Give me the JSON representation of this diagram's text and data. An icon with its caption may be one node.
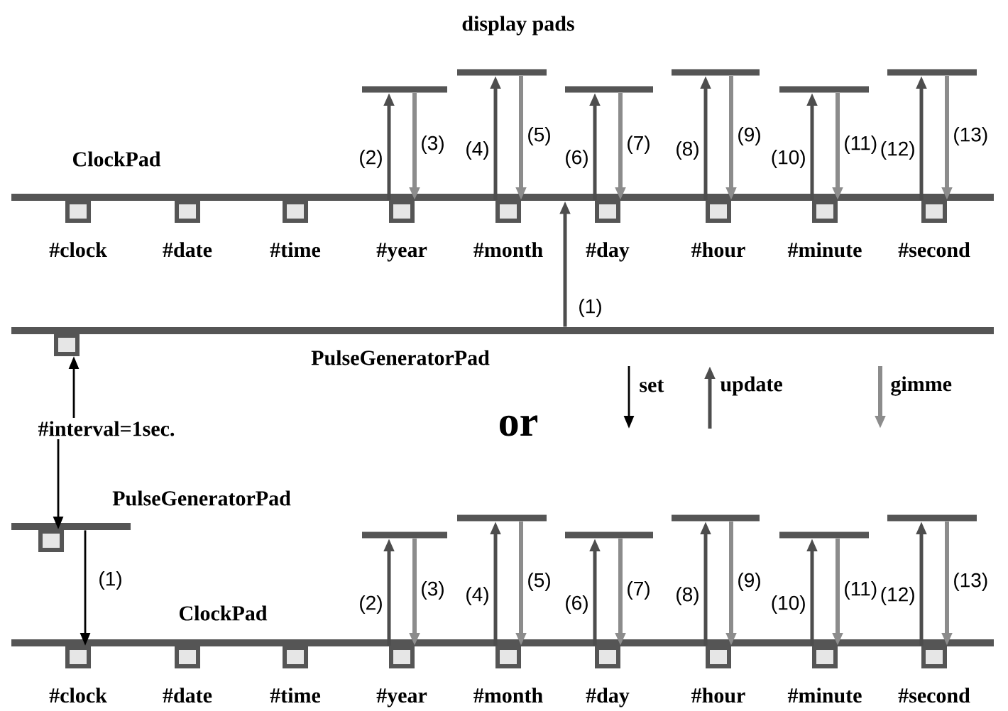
{
  "diagram": {
    "nodes": [
      {
        "text": [
          "ClockPad"
        ]
      },
      {
        "text": [
          "#clock"
        ]
      },
      {
        "text": [
          "#date"
        ]
      },
      {
        "text": [
          "#time"
        ]
      },
      {
        "text": [
          "#year"
        ]
      },
      {
        "text": [
          "#month"
        ]
      },
      {
        "text": [
          "#day"
        ]
      },
      {
        "text": [
          "#hour"
        ]
      },
      {
        "text": [
          "#minute"
        ]
      },
      {
        "text": [
          "#second"
        ]
      },
      {
        "text": [],
        "shape": "bar"
      },
      {
        "text": [],
        "shape": "bar"
      },
      {
        "text": [],
        "shape": "bar"
      },
      {
        "text": [],
        "shape": "bar"
      },
      {
        "text": [],
        "shape": "bar"
      },
      {
        "text": [],
        "shape": "bar"
      },
      {
        "text": [
          "PulseGeneratorPad"
        ]
      },
      {
        "text": [],
        "shape": "box"
      },
      {
        "text": [
          "#interval=1sec."
        ]
      },
      {
        "text": [
          "PulseGeneratorPad"
        ]
      },
      {
        "text": [],
        "shape": "box"
      },
      {
        "text": [
          "ClockPad"
        ]
      },
      {
        "text": [
          "#clock"
        ]
      },
      {
        "text": [
          "#date"
        ]
      },
      {
        "text": [
          "#time"
        ]
      },
      {
        "text": [
          "#year"
        ]
      },
      {
        "text": [
          "#month"
        ]
      },
      {
        "text": [
          "#day"
        ]
      },
      {
        "text": [
          "#hour"
        ]
      },
      {
        "text": [
          "#minute"
        ]
      },
      {
        "text": [
          "#second"
        ]
      },
      {
        "text": [],
        "shape": "bar"
      },
      {
        "text": [],
        "shape": "bar"
      },
      {
        "text": [],
        "shape": "bar"
      },
      {
        "text": [],
        "shape": "bar"
      },
      {
        "text": [],
        "shape": "bar"
      },
      {
        "text": [],
        "shape": "bar"
      }
    ],
    "edges": [
      {
        "from": 16,
        "to": 0,
        "arrow": "to",
        "label": "(1)"
      },
      {
        "from": 4,
        "to": 10,
        "arrow": "to",
        "label": "(2)"
      },
      {
        "from": 10,
        "to": 4,
        "arrow": "to",
        "label": "(3)",
        "color": "#8c8c8c"
      },
      {
        "from": 5,
        "to": 11,
        "arrow": "to",
        "label": "(4)"
      },
      {
        "from": 11,
        "to": 5,
        "arrow": "to",
        "label": "(5)",
        "color": "#8c8c8c"
      },
      {
        "from": 6,
        "to": 12,
        "arrow": "to",
        "label": "(6)"
      },
      {
        "from": 12,
        "to": 6,
        "arrow": "to",
        "label": "(7)",
        "color": "#8c8c8c"
      },
      {
        "from": 7,
        "to": 13,
        "arrow": "to",
        "label": "(8)"
      },
      {
        "from": 13,
        "to": 7,
        "arrow": "to",
        "label": "(9)",
        "color": "#8c8c8c"
      },
      {
        "from": 8,
        "to": 14,
        "arrow": "to",
        "label": "(10)"
      },
      {
        "from": 14,
        "to": 8,
        "arrow": "to",
        "label": "(11)",
        "color": "#8c8c8c"
      },
      {
        "from": 9,
        "to": 15,
        "arrow": "to",
        "label": "(12)"
      },
      {
        "from": 15,
        "to": 9,
        "arrow": "to",
        "label": "(13)",
        "color": "#8c8c8c"
      },
      {
        "from": 19,
        "to": 22,
        "arrow": "to",
        "label": "(1)",
        "color": "#000000"
      },
      {
        "from": 25,
        "to": 31,
        "arrow": "to",
        "label": "(2)"
      },
      {
        "from": 31,
        "to": 25,
        "arrow": "to",
        "label": "(3)",
        "color": "#8c8c8c"
      },
      {
        "from": 26,
        "to": 32,
        "arrow": "to",
        "label": "(4)"
      },
      {
        "from": 32,
        "to": 26,
        "arrow": "to",
        "label": "(5)",
        "color": "#8c8c8c"
      },
      {
        "from": 27,
        "to": 33,
        "arrow": "to",
        "label": "(6)"
      },
      {
        "from": 33,
        "to": 27,
        "arrow": "to",
        "label": "(7)",
        "color": "#8c8c8c"
      },
      {
        "from": 28,
        "to": 34,
        "arrow": "to",
        "label": "(8)"
      },
      {
        "from": 34,
        "to": 28,
        "arrow": "to",
        "label": "(9)",
        "color": "#8c8c8c"
      },
      {
        "from": 29,
        "to": 35,
        "arrow": "to",
        "label": "(10)"
      },
      {
        "from": 35,
        "to": 29,
        "arrow": "to",
        "label": "(11)",
        "color": "#8c8c8c"
      },
      {
        "from": 30,
        "to": 36,
        "arrow": "to",
        "label": "(12)"
      },
      {
        "from": 36,
        "to": 30,
        "arrow": "to",
        "label": "(13)",
        "color": "#8c8c8c"
      },
      {
        "from": 18,
        "to": 17,
        "arrow": "to",
        "color": "#000000"
      },
      {
        "from": 18,
        "to": 20,
        "arrow": "to",
        "color": "#000000"
      }
    ],
    "labels": [
      "display pads",
      "or"
    ],
    "legend": [
      {
        "text": "set"
      },
      {
        "text": "update"
      },
      {
        "text": "gimme"
      }
    ]
  }
}
